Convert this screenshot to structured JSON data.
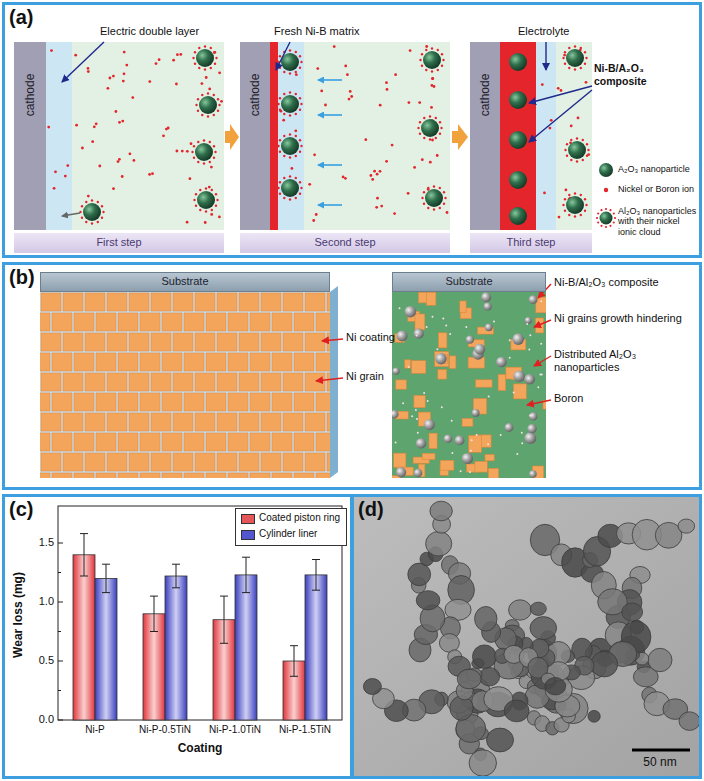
{
  "diagram": {
    "nodes": [
      {
        "text": [
          "(a)"
        ]
      },
      {
        "text": [
          "cathode"
        ],
        "in": 0
      },
      {
        "text": [
          "cathode"
        ],
        "in": 0
      },
      {
        "text": [
          "cathode"
        ],
        "in": 0
      },
      {
        "text": [
          "First step"
        ],
        "in": 0
      },
      {
        "text": [
          "Second step"
        ],
        "in": 0
      },
      {
        "text": [
          "Third step"
        ],
        "in": 0
      },
      {
        "text": [
          "(b)"
        ]
      },
      {
        "text": [
          "Substrate"
        ],
        "in": 7
      },
      {
        "text": [
          "Substrate"
        ],
        "in": 7
      },
      {
        "text": [
          "(c)"
        ]
      },
      {
        "text": [
          "(d)"
        ]
      }
    ],
    "labels": [
      "Electric double layer",
      "Fresh Ni-B matrix",
      "Electrolyte",
      "Ni-B/A₂O₃ composite",
      "Ni coating",
      "Ni grain",
      "Ni-B/Al₂O₃ composite",
      "Ni grains growth hindering",
      "Distributed Al₂O₃ nanoparticles",
      "Boron",
      "1.5",
      "1.0",
      "0.5",
      "0.0",
      "Wear loss (mg)",
      "Ni-P",
      "Ni-P-0.5TiN",
      "Ni-P-1.0TiN",
      "Ni-P-1.5TiN",
      "Coating",
      "50 nm"
    ],
    "legend": [
      {
        "text": "A₂O₃ nanoparticle"
      },
      {
        "text": "Nickel or Boron ion"
      },
      {
        "text": "Al₂O₃ nanoparticles with their nickel ionic cloud"
      },
      {
        "text": "Coated piston ring",
        "color": "#e5565b"
      },
      {
        "text": "Cylinder liner",
        "color": "#5257cf"
      }
    ]
  }
}
